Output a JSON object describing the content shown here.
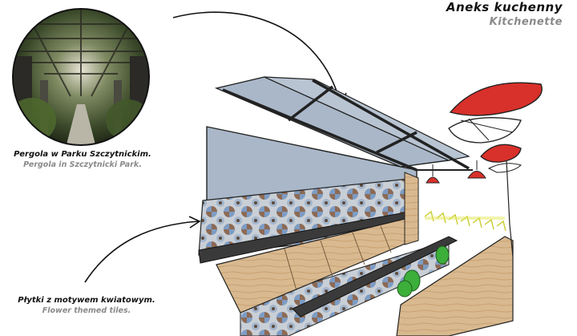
{
  "header": {
    "title_pl": "Aneks kuchenny",
    "title_en": "Kitchenette"
  },
  "captions": {
    "pergola_pl": "Pergola w Parku Szczytnickim.",
    "pergola_en": "Pergola in Szczytnicki Park.",
    "tiles_pl": "Płytki z motywem kwiatowym.",
    "tiles_en": "Flower themed tiles."
  },
  "colors": {
    "wall": "#a9b7c8",
    "wood": "#d9b98f",
    "lamp_red": "#d8302a",
    "tile_blue": "#7d9cc4",
    "tile_brown": "#8c6a55",
    "counter": "#3a3a3a",
    "stool_green": "#3cae3a",
    "chair_yellow": "#e4e85a"
  },
  "icons": {
    "arrow": "curved-arrow-icon",
    "lamp": "pendant-lamp-icon"
  }
}
